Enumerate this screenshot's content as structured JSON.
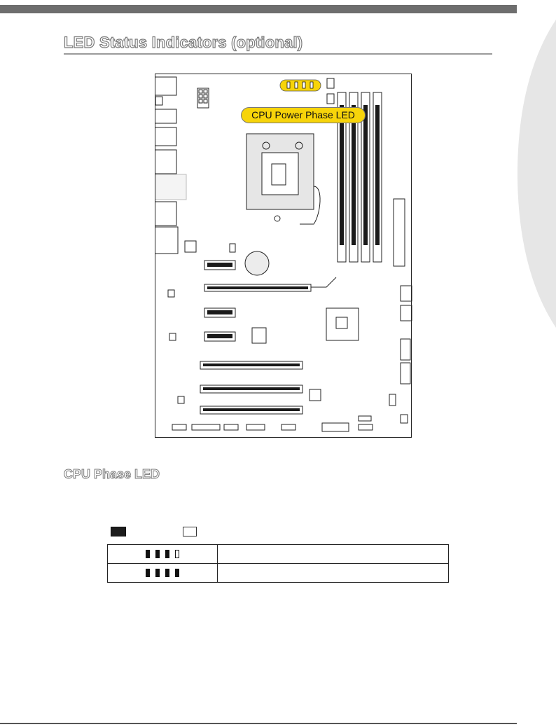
{
  "header": {
    "title": "LED Status Indicators (optional)"
  },
  "diagram": {
    "callout_label": "CPU Power Phase LED"
  },
  "section": {
    "title": "CPU Phase LED"
  },
  "legend": {
    "on_label": "",
    "off_label": ""
  },
  "table": {
    "rows": [
      {
        "leds": [
          "on",
          "on",
          "on",
          "off"
        ],
        "description": ""
      },
      {
        "leds": [
          "on",
          "on",
          "on",
          "on"
        ],
        "description": ""
      }
    ]
  },
  "colors": {
    "callout": "#f7d40a",
    "header_bar": "#6e6e6e",
    "tab": "#e6e6e6"
  }
}
